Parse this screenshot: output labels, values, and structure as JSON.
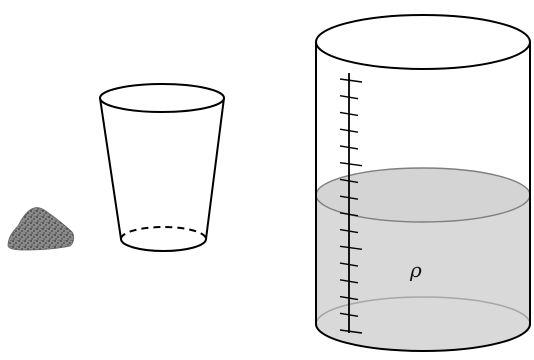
{
  "labels": {
    "density_symbol": "ρ"
  },
  "colors": {
    "outline": "#000000",
    "liquid_fill": "#d9d9d9",
    "liquid_surface_edge": "#a6a6a6",
    "sample_fill": "#808080",
    "sample_speckle": "#333333"
  },
  "graduated_cylinder": {
    "tick_count": 16,
    "major_tick_every": 5
  }
}
